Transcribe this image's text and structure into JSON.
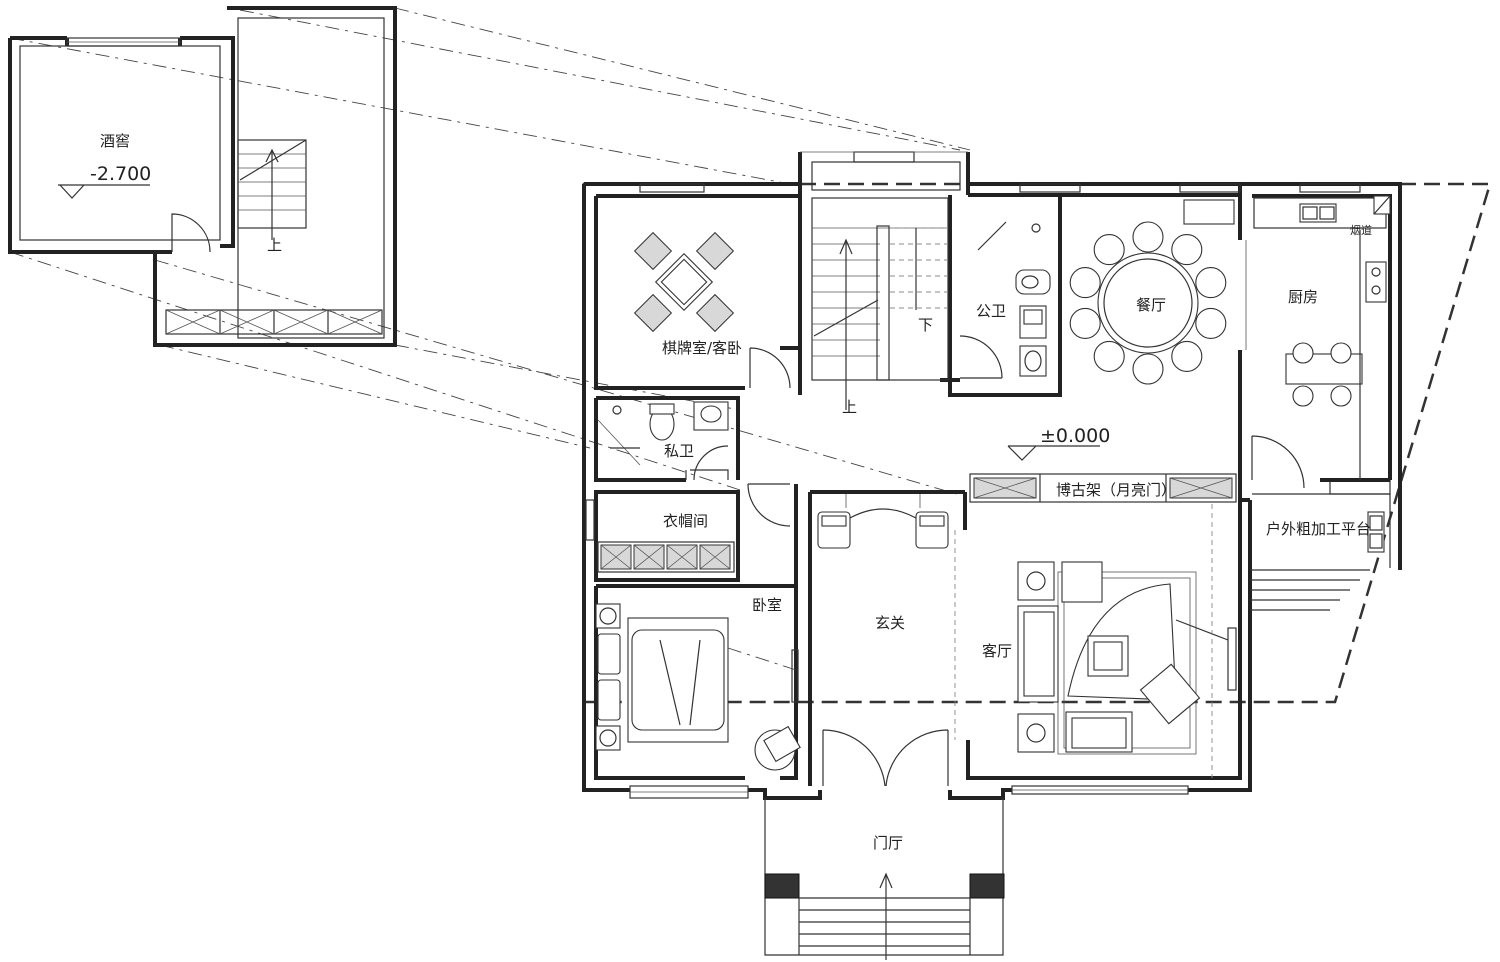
{
  "rooms": {
    "wine_cellar": "酒窖",
    "chess_guest": "棋牌室/客卧",
    "public_wc": "公卫",
    "dining": "餐厅",
    "kitchen": "厨房",
    "flue": "烟道",
    "private_wc": "私卫",
    "cloakroom": "衣帽间",
    "bedroom": "卧室",
    "foyer": "玄关",
    "living": "客厅",
    "curio_shelf": "博古架（月亮门）",
    "outdoor_platform": "户外粗加工平台",
    "porch": "门厅"
  },
  "levels": {
    "basement": "-2.700",
    "ground": "±0.000"
  },
  "stairs": {
    "up": "上",
    "down": "下"
  }
}
